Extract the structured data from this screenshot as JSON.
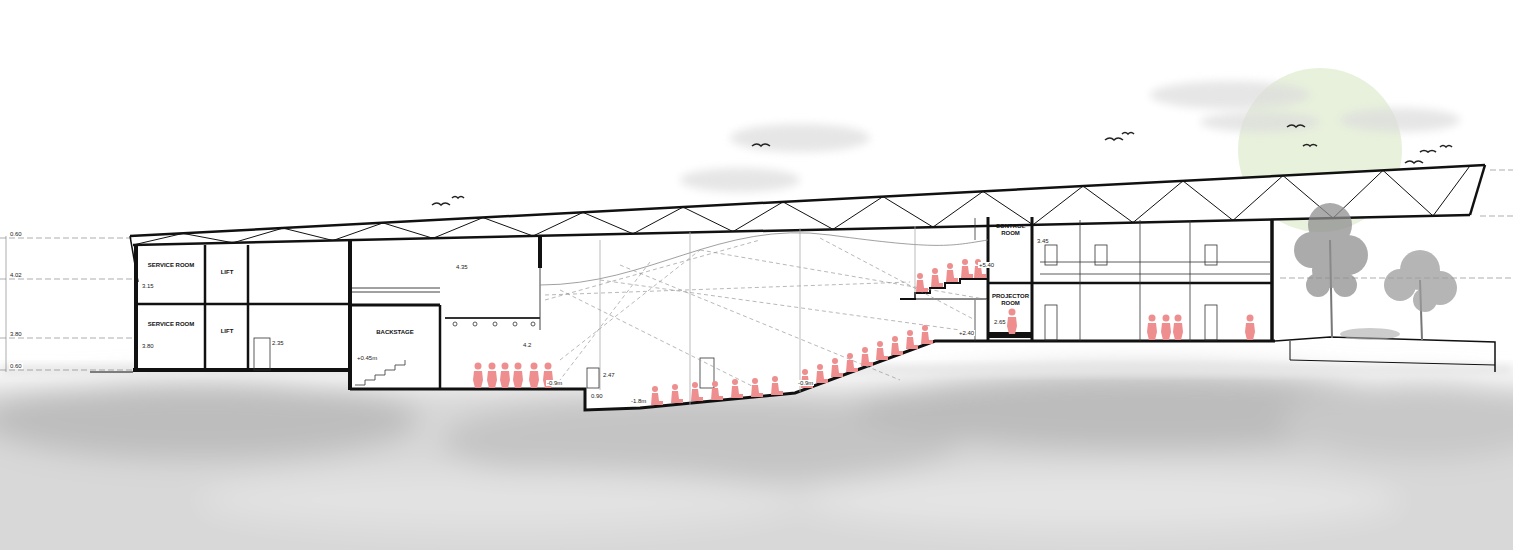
{
  "diagram": {
    "nodes": [
      {
        "text": [
          "SERVICE ROOM"
        ]
      },
      {
        "text": [
          "SERVICE ROOM"
        ]
      },
      {
        "text": [
          "LIFT"
        ]
      },
      {
        "text": [
          "LIFT"
        ]
      },
      {
        "text": [
          "BACKSTAGE"
        ]
      },
      {
        "text": [
          "CONTROL ROOM"
        ]
      },
      {
        "text": [
          "PROJECTOR ROOM"
        ]
      }
    ],
    "labels": [
      "0.60",
      "4.02",
      "3.80",
      "0.60",
      "3.15",
      "3.80",
      "2.35",
      "+0.45m",
      "4.35",
      "4.2",
      "-0.9m",
      "2.47",
      "0.90",
      "-1.8m",
      "-0.9m",
      "+5.40",
      "3.45",
      "2.65",
      "+2.40"
    ]
  }
}
